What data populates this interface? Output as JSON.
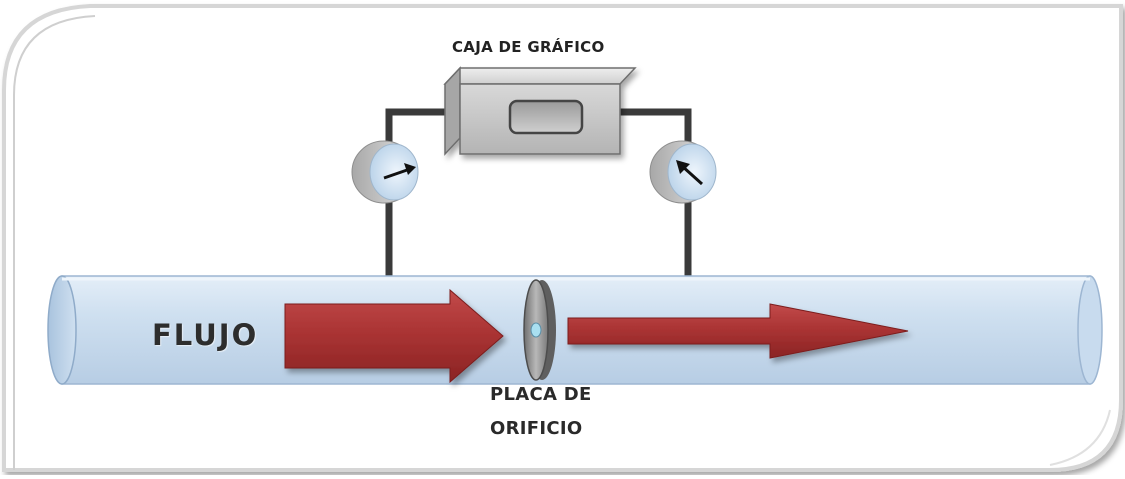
{
  "diagram": {
    "labels": {
      "chart_box": "CAJA DE GRÁFICO",
      "flow": "FLUJO",
      "orifice_plate_line1": "PLACA DE",
      "orifice_plate_line2": "ORIFICIO"
    },
    "colors": {
      "pipe_fill": "#c9dcef",
      "pipe_stroke": "#9db6d2",
      "arrow_fill": "#b03a3a",
      "box_fill": "#c8c8c8",
      "gauge_face": "#d9e8f5",
      "connector_line": "#3a3a3a"
    },
    "icons": {
      "left_gauge": "pressure-gauge-icon",
      "right_gauge": "pressure-gauge-icon",
      "chart_box": "recorder-box-icon"
    }
  }
}
